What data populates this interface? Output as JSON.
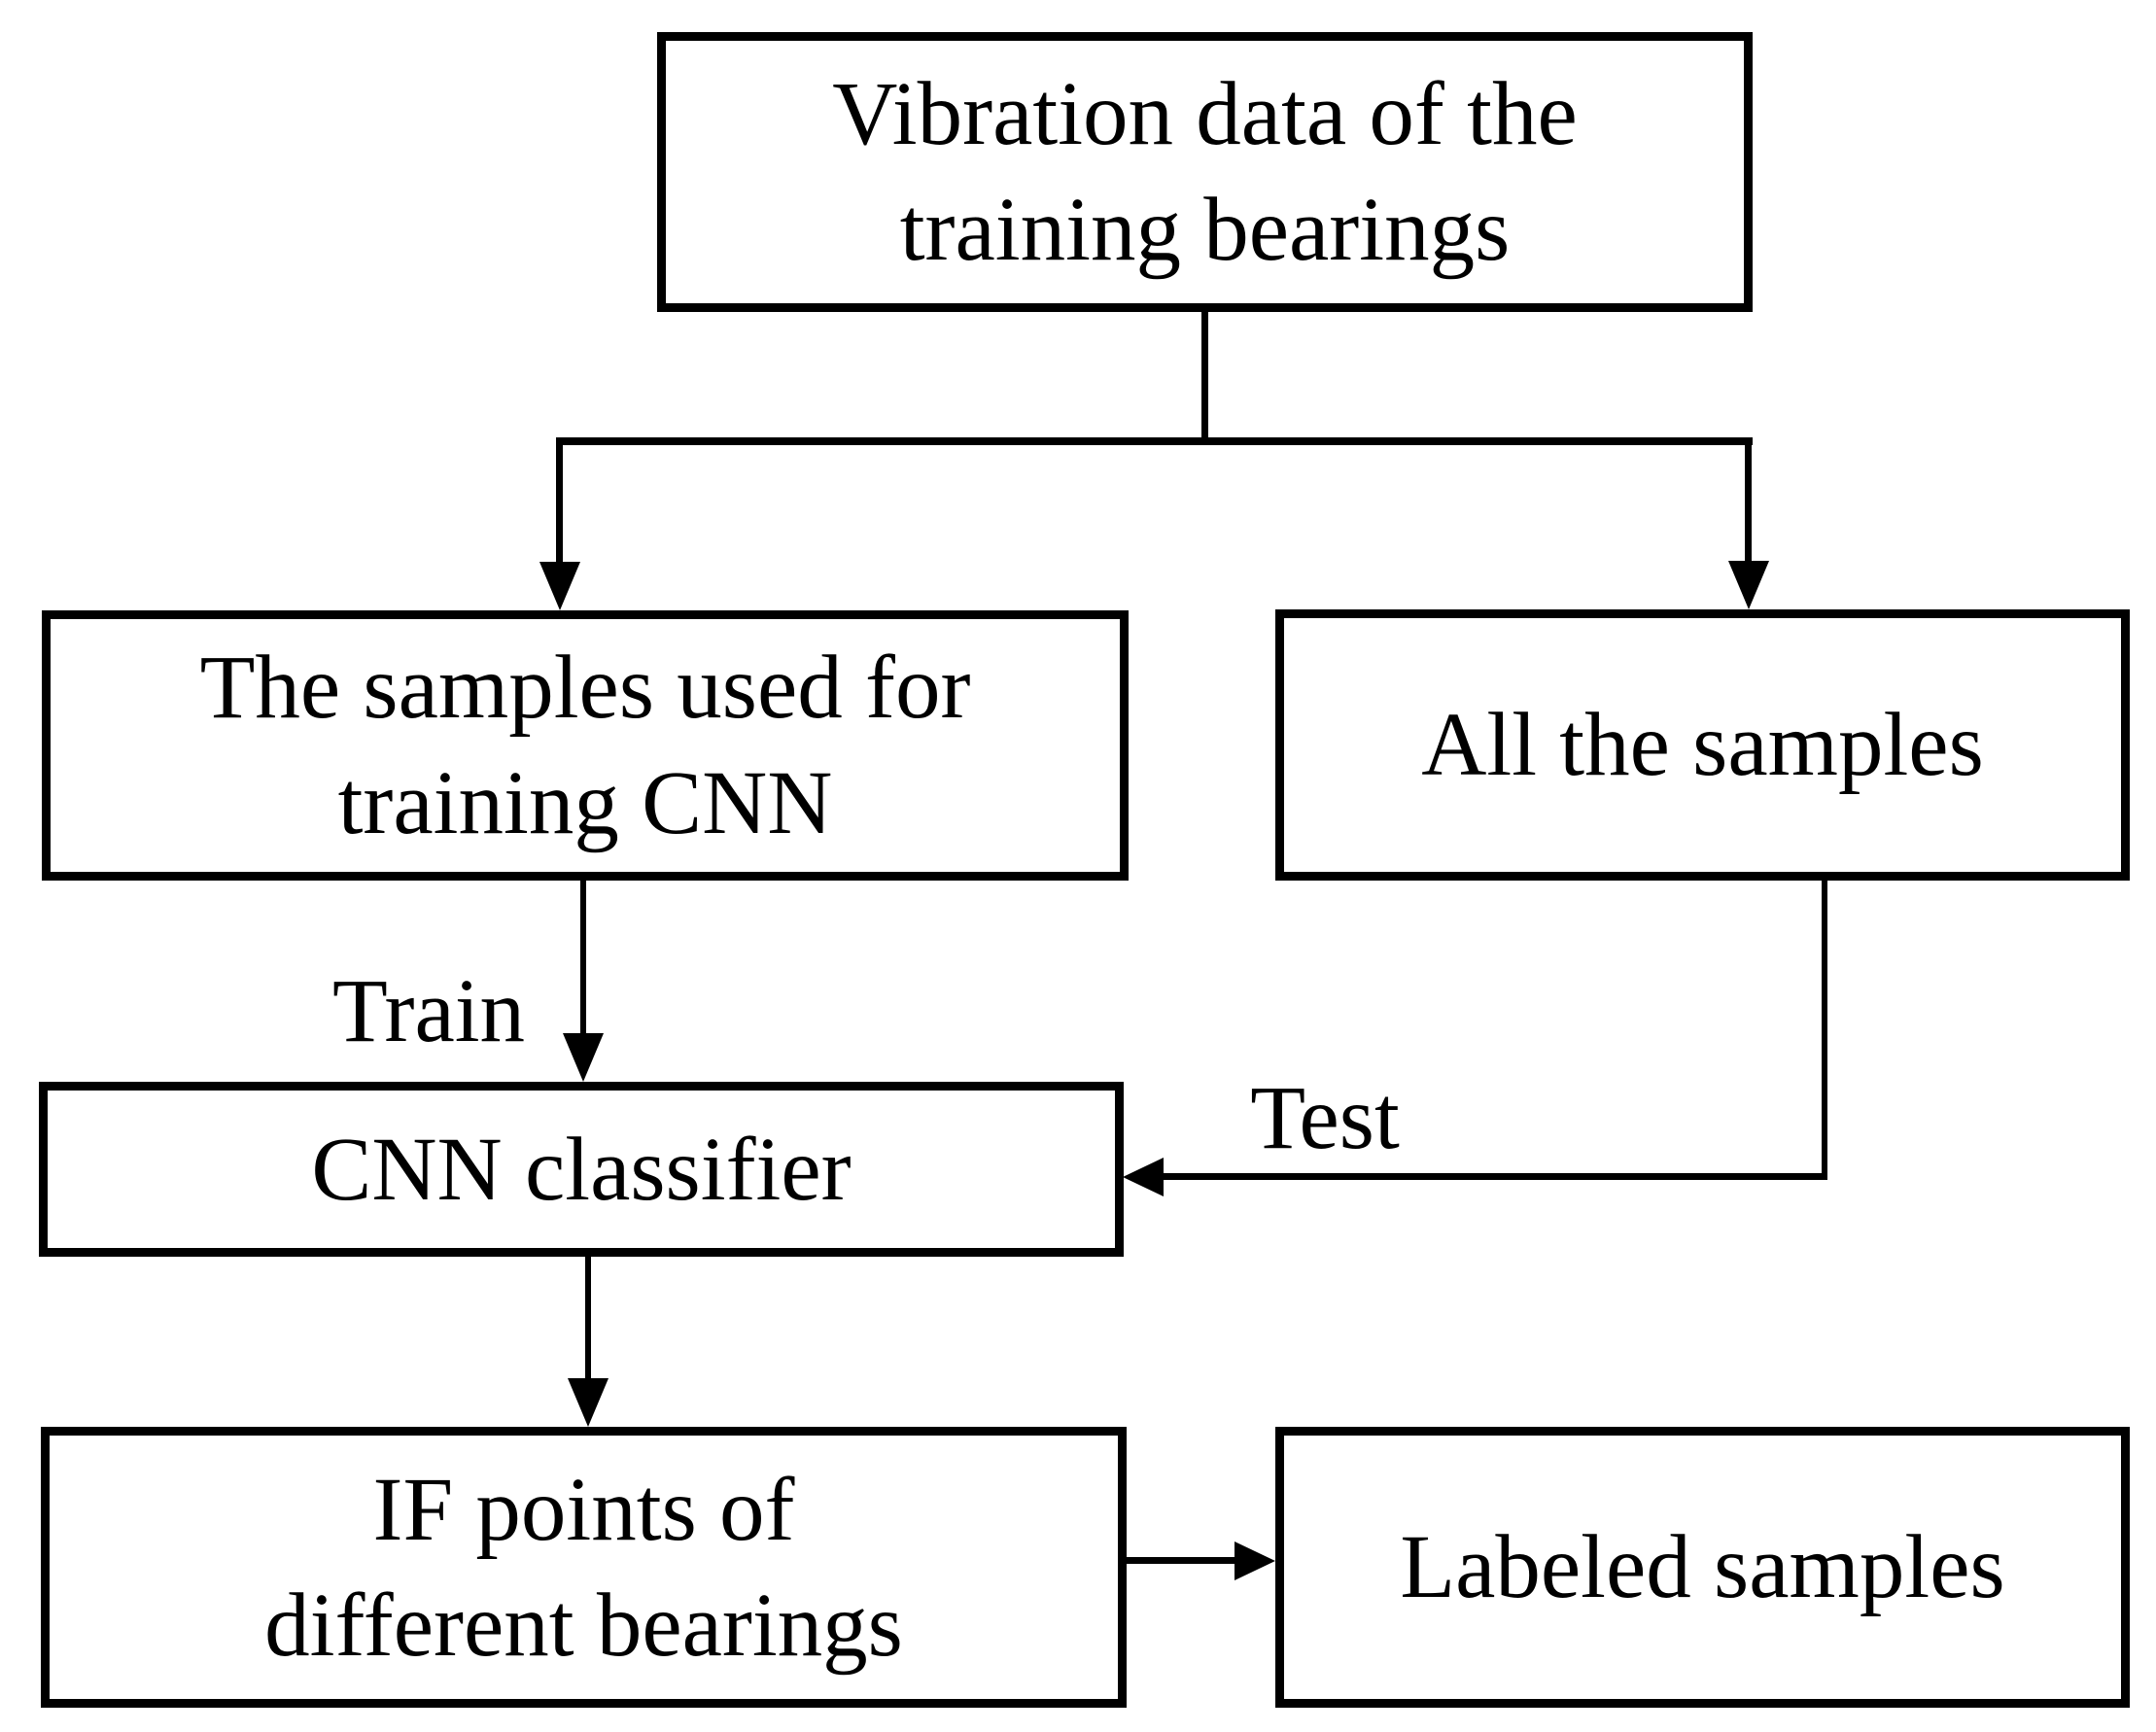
{
  "diagram": {
    "type": "flowchart",
    "colors": {
      "background": "#ffffff",
      "stroke": "#000000",
      "box_fill": "#ffffff",
      "text": "#000000"
    },
    "nodes": {
      "vibration_data": {
        "lines": [
          "Vibration data of the",
          "training bearings"
        ]
      },
      "train_samples": {
        "lines": [
          "The samples used for",
          "training CNN"
        ]
      },
      "all_samples": {
        "lines": [
          "All the samples"
        ]
      },
      "cnn_classifier": {
        "lines": [
          "CNN classifier"
        ]
      },
      "if_points": {
        "lines": [
          "IF points of",
          "different bearings"
        ]
      },
      "labeled_samples": {
        "lines": [
          "Labeled samples"
        ]
      }
    },
    "edge_labels": {
      "train": "Train",
      "test": "Test"
    }
  }
}
